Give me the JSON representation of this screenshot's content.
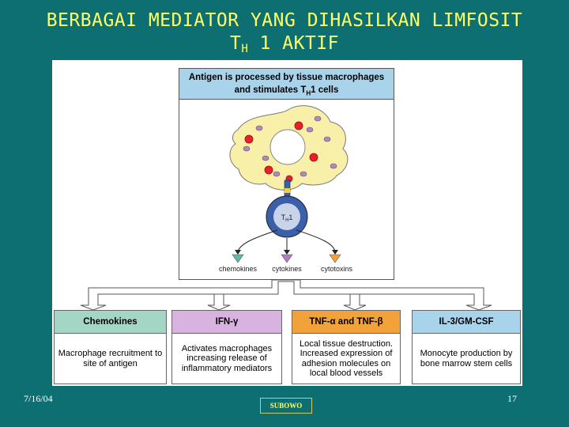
{
  "slide": {
    "title_line1": "BERBAGAI MEDIATOR YANG DIHASILKAN LIMFOSIT",
    "title_line2_prefix": "T",
    "title_line2_sub": "H",
    "title_line2_suffix": " 1 AKTIF"
  },
  "figure": {
    "header_line1": "Antigen is processed by tissue macrophages",
    "header_line2_prefix": "and stimulates T",
    "header_line2_sub": "H",
    "header_line2_suffix": "1 cells",
    "th1_label": "TH1",
    "outputs": [
      "chemokines",
      "cytokines",
      "cytotoxins"
    ],
    "boxes": [
      {
        "title": "Chemokines",
        "body": "Macrophage recruitment to site of antigen",
        "head_color": "#a4d6c6",
        "body_color": "#ffffff"
      },
      {
        "title": "IFN-γ",
        "body": "Activates macrophages increasing release of inflammatory mediators",
        "head_color": "#d9b3e0",
        "body_color": "#ffffff"
      },
      {
        "title": "TNF-α and TNF-β",
        "body": "Local tissue destruction. Increased expression of adhesion molecules on local blood vessels",
        "head_color": "#f2a23a",
        "body_color": "#ffffff"
      },
      {
        "title": "IL-3/GM-CSF",
        "body": "Monocyte production by bone marrow stem cells",
        "head_color": "#a9d3ea",
        "body_color": "#ffffff"
      }
    ],
    "colors": {
      "macrophage": "#f8f0a8",
      "antigen": "#e8202a",
      "granule": "#b08ab8",
      "th1_cell": "#3b5fa8",
      "chemokine_triangle": "#5fb8a8",
      "cytokine_triangle": "#b27cc4",
      "cytotoxin_triangle": "#f0a040"
    }
  },
  "footer": {
    "date": "7/16/04",
    "author": "SUBOWO",
    "page": "17"
  }
}
